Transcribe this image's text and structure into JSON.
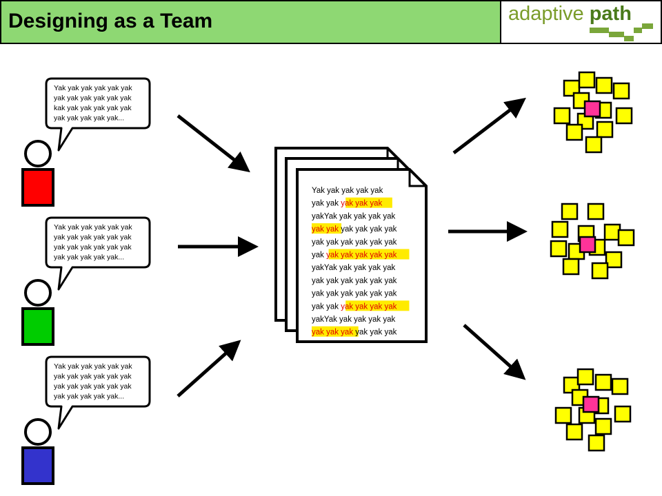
{
  "header": {
    "title": "Designing as a Team",
    "logo_light": "adaptive",
    "logo_bold": "path",
    "accent_color": "#8ed873"
  },
  "people": [
    {
      "color": "#ff0000",
      "speech": [
        "Yak yak yak yak yak yak",
        "yak yak yak yak yak yak",
        "kak yak yak yak yak yak",
        "yak yak yak yak yak..."
      ]
    },
    {
      "color": "#00cc00",
      "speech": [
        "Yak yak yak yak yak yak",
        "yak yak yak yak yak yak",
        "yak yak yak yak yak yak",
        "yak yak yak yak yak..."
      ]
    },
    {
      "color": "#3333cc",
      "speech": [
        "Yak yak yak yak yak yak",
        "yak yak yak yak yak yak",
        "yak yak yak yak yak yak",
        "yak yak yak yak yak..."
      ]
    }
  ],
  "document": {
    "lines": [
      {
        "plain": "Yak yak yak yak yak",
        "highlight": ""
      },
      {
        "plain": "yak yak ",
        "highlight": "yak yak yak",
        "after": ""
      },
      {
        "plain": "yakYak yak yak yak yak",
        "highlight": ""
      },
      {
        "plain": "",
        "highlight": "yak yak",
        "after": " yak yak yak yak"
      },
      {
        "plain": "yak yak yak yak yak yak",
        "highlight": ""
      },
      {
        "plain": "yak ",
        "highlight": "yak yak yak yak yak",
        "after": ""
      },
      {
        "plain": "yakYak yak yak yak yak",
        "highlight": ""
      },
      {
        "plain": "yak yak yak yak yak yak",
        "highlight": ""
      },
      {
        "plain": "yak yak yak yak yak yak",
        "highlight": ""
      },
      {
        "plain": "yak yak ",
        "highlight": "yak yak yak yak",
        "after": ""
      },
      {
        "plain": "yakYak yak yak yak yak",
        "highlight": ""
      },
      {
        "plain": "",
        "highlight": "yak yak yak",
        "after": " yak yak yak"
      }
    ],
    "highlight_color": "#ffeb00"
  },
  "notes": {
    "sticky_color": "#ffff00",
    "accent_color": "#ff3399"
  }
}
